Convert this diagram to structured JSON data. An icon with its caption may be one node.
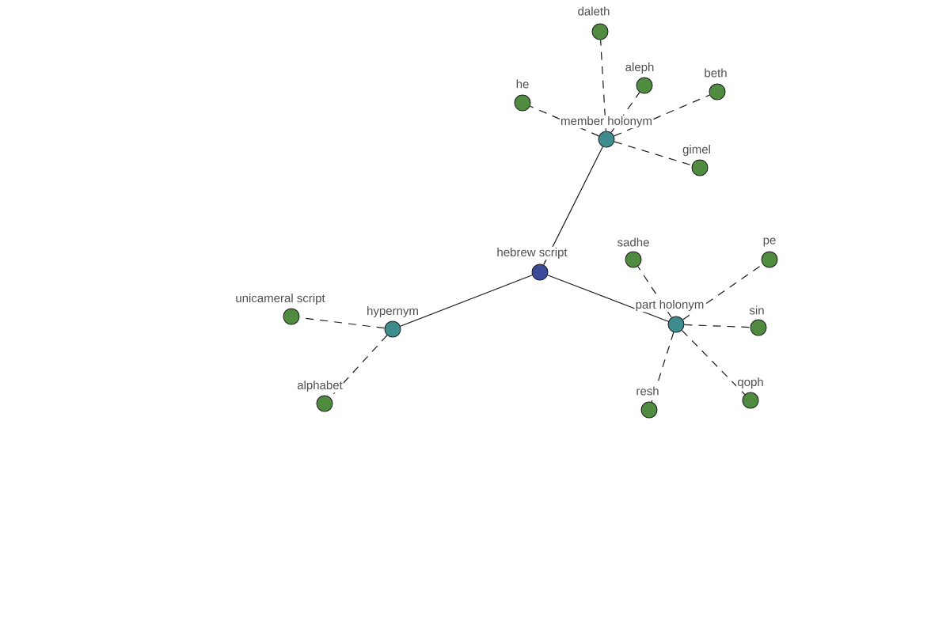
{
  "diagram": {
    "nodes": [
      {
        "text": [
          "hebrew script"
        ]
      },
      {
        "text": [
          "member holonym"
        ]
      },
      {
        "text": [
          "daleth"
        ]
      },
      {
        "text": [
          "he"
        ]
      },
      {
        "text": [
          "aleph"
        ]
      },
      {
        "text": [
          "beth"
        ]
      },
      {
        "text": [
          "gimel"
        ]
      },
      {
        "text": [
          "hypernym"
        ]
      },
      {
        "text": [
          "unicameral script"
        ]
      },
      {
        "text": [
          "alphabet"
        ]
      },
      {
        "text": [
          "part holonym"
        ]
      },
      {
        "text": [
          "sadhe"
        ]
      },
      {
        "text": [
          "pe"
        ]
      },
      {
        "text": [
          "sin"
        ]
      },
      {
        "text": [
          "resh"
        ]
      },
      {
        "text": [
          "qoph"
        ]
      }
    ],
    "edges": [
      {
        "from": 0,
        "to": 1,
        "arrow": "none"
      },
      {
        "from": 1,
        "to": 2,
        "arrow": "none",
        "style": "dashed"
      },
      {
        "from": 1,
        "to": 3,
        "arrow": "none",
        "style": "dashed"
      },
      {
        "from": 1,
        "to": 4,
        "arrow": "none",
        "style": "dashed"
      },
      {
        "from": 1,
        "to": 5,
        "arrow": "none",
        "style": "dashed"
      },
      {
        "from": 1,
        "to": 6,
        "arrow": "none",
        "style": "dashed"
      },
      {
        "from": 0,
        "to": 7,
        "arrow": "none"
      },
      {
        "from": 7,
        "to": 8,
        "arrow": "none",
        "style": "dashed"
      },
      {
        "from": 7,
        "to": 9,
        "arrow": "none",
        "style": "dashed"
      },
      {
        "from": 0,
        "to": 10,
        "arrow": "none"
      },
      {
        "from": 10,
        "to": 11,
        "arrow": "none",
        "style": "dashed"
      },
      {
        "from": 10,
        "to": 12,
        "arrow": "none",
        "style": "dashed"
      },
      {
        "from": 10,
        "to": 13,
        "arrow": "none",
        "style": "dashed"
      },
      {
        "from": 10,
        "to": 14,
        "arrow": "none",
        "style": "dashed"
      },
      {
        "from": 10,
        "to": 15,
        "arrow": "none",
        "style": "dashed"
      }
    ]
  }
}
